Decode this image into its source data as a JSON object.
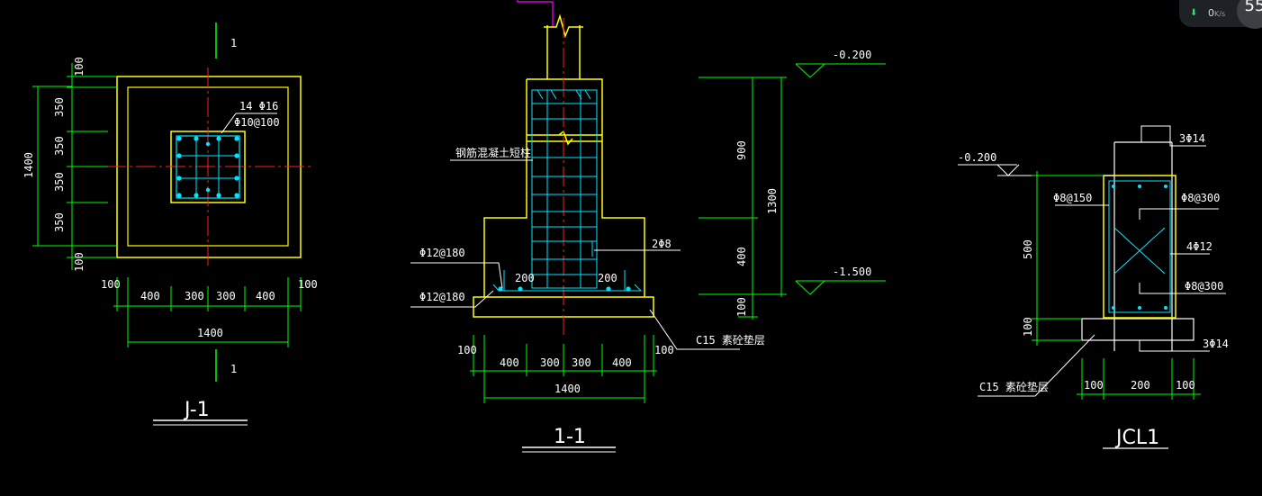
{
  "colors": {
    "background": "#000000",
    "outline": "#ffff00",
    "dimension": "#00ff00",
    "rebar": "#00e5ff",
    "axis": "#ff2020",
    "leader": "#ffffff",
    "pipe": "#ff00ff"
  },
  "network_widget": {
    "arrow_icon": "down-arrow-icon",
    "speed_value": "0",
    "speed_unit": "K/s",
    "badge": "55"
  },
  "plan_j1": {
    "section_mark_top": "1",
    "section_mark_bottom": "1",
    "title": "J-1",
    "rebar_label_main": "14 Φ16",
    "rebar_label_stirrup": "Φ10@100",
    "vertical_dims": [
      "100",
      "350",
      "350",
      "350",
      "350",
      "100"
    ],
    "vertical_total": "1400",
    "horizontal_dims": [
      "100",
      "400",
      "300",
      "300",
      "400",
      "100"
    ],
    "horizontal_total": "1400"
  },
  "section_11": {
    "title": "1-1",
    "column_label": "钢筋混凝土短柱",
    "label_bottom_bar_1": "Φ12@180",
    "label_bottom_bar_2": "Φ12@180",
    "label_side_bar": "2Φ8",
    "hook_left": "200",
    "hook_right": "200",
    "cushion_label": "C15 素砼垫层",
    "horizontal_dims": [
      "100",
      "400",
      "300",
      "300",
      "400",
      "100"
    ],
    "horizontal_total": "1400",
    "elevation_top": "-0.200",
    "elevation_bottom": "-1.500",
    "vertical_dims": [
      "900",
      "400",
      "100"
    ],
    "vertical_total": "1300"
  },
  "beam_jcl1": {
    "title": "JCL1",
    "elevation": "-0.200",
    "label_top": "3Φ14",
    "label_stirrup_left": "Φ8@150",
    "label_stirrup_right": "Φ8@300",
    "label_side": "4Φ12",
    "label_stirrup_right_2": "Φ8@300",
    "label_bottom": "3Φ14",
    "cushion_label": "C15 素砼垫层",
    "vertical_dims": [
      "500",
      "100"
    ],
    "horizontal_dims": [
      "100",
      "200",
      "100"
    ]
  }
}
